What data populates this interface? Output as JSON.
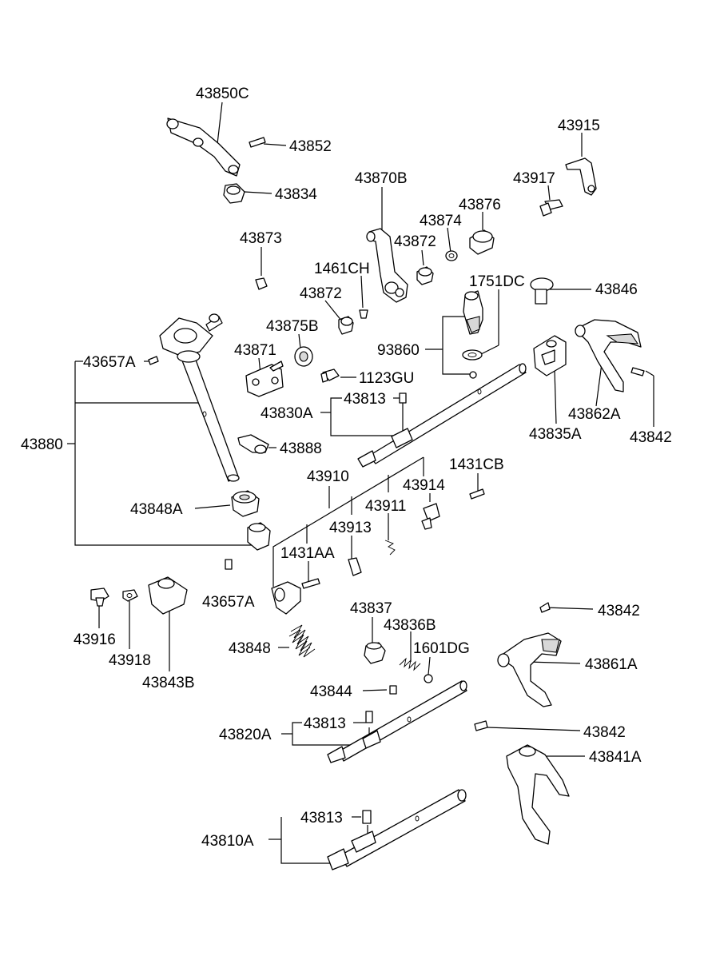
{
  "labels": {
    "l43850C": "43850C",
    "l43852": "43852",
    "l43834": "43834",
    "l43915": "43915",
    "l43917": "43917",
    "l43870B": "43870B",
    "l43876": "43876",
    "l43874": "43874",
    "l43872a": "43872",
    "l43873": "43873",
    "l1461CH": "1461CH",
    "l43872b": "43872",
    "l1751DC": "1751DC",
    "l43846": "43846",
    "l43875B": "43875B",
    "l43871": "43871",
    "l93860": "93860",
    "l43657Aa": "43657A",
    "l1123GU": "1123GU",
    "l43813a": "43813",
    "l43830A": "43830A",
    "l43862A": "43862A",
    "l43835A": "43835A",
    "l43842a": "43842",
    "l43880": "43880",
    "l43888": "43888",
    "l1431CB": "1431CB",
    "l43910": "43910",
    "l43914": "43914",
    "l43848A": "43848A",
    "l43911": "43911",
    "l43913": "43913",
    "l1431AA": "1431AA",
    "l43657Ab": "43657A",
    "l43916": "43916",
    "l43918": "43918",
    "l43843B": "43843B",
    "l43837": "43837",
    "l43836B": "43836B",
    "l1601DG": "1601DG",
    "l43842b": "43842",
    "l43848": "43848",
    "l43861A": "43861A",
    "l43844": "43844",
    "l43813b": "43813",
    "l43820A": "43820A",
    "l43842c": "43842",
    "l43841A": "43841A",
    "l43813c": "43813",
    "l43810A": "43810A"
  }
}
